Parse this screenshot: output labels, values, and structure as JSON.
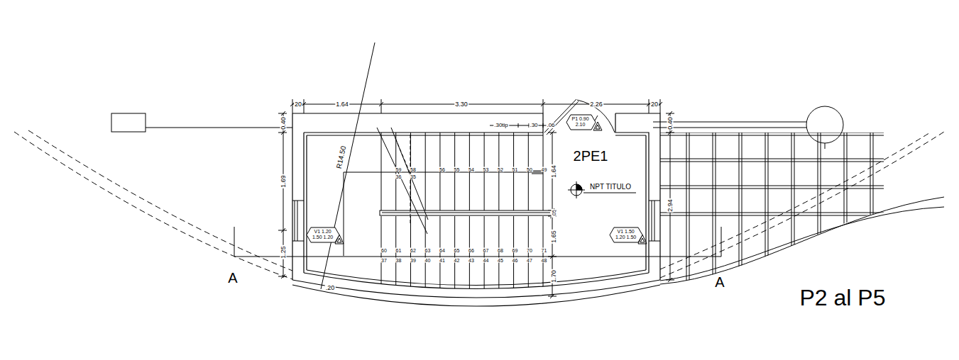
{
  "diagram": {
    "nodes": [
      {
        "text": [
          "P1 0.90",
          "2.10"
        ]
      },
      {
        "text": [
          "V1 1.20",
          "1.50 1.20"
        ]
      },
      {
        "text": [
          "V1 1.50",
          "1.20 1.50"
        ]
      }
    ],
    "labels": [
      "20",
      "1.64",
      "3.30",
      "2.26",
      "20",
      ".30tip",
      ".30",
      ".06",
      "0.40",
      "1.69",
      "1.25",
      "1.64",
      ".05",
      "1.65",
      "1.70",
      "0.40",
      "2.94",
      "R14.50",
      ".20",
      "59",
      "58",
      "56",
      "55",
      "54",
      "53",
      "52",
      "51",
      "50",
      "49",
      "36",
      "35",
      "60",
      "61",
      "62",
      "63",
      "64",
      "65",
      "66",
      "67",
      "68",
      "69",
      "70",
      "71",
      "37",
      "38",
      "39",
      "40",
      "41",
      "42",
      "43",
      "44",
      "45",
      "46",
      "47",
      "48",
      "2PE1",
      "NPT TITULO",
      "A",
      "A",
      "P2 al P5"
    ]
  }
}
